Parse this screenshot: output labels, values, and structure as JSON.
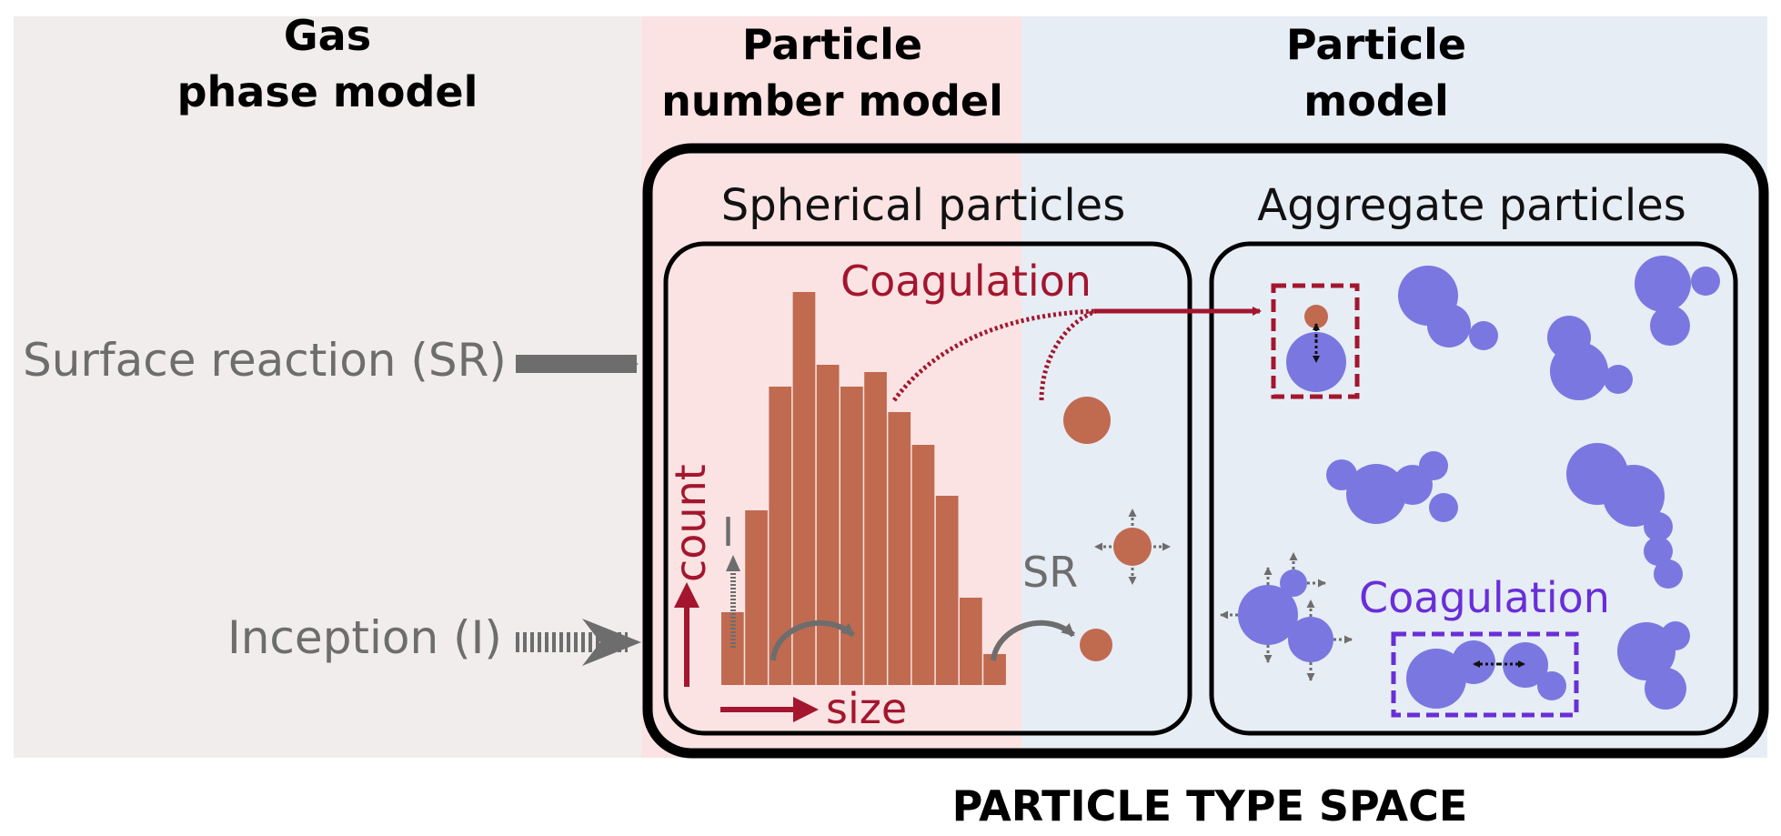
{
  "header": {
    "gas_model_line1": "Gas",
    "gas_model_line2": "phase model",
    "number_model_line1": "Particle",
    "number_model_line2": "number model",
    "particle_model_line1": "Particle",
    "particle_model_line2": "model"
  },
  "panels": {
    "spherical_title": "Spherical particles",
    "aggregate_title": "Aggregate particles"
  },
  "inputs": {
    "surface_reaction": "Surface reaction (SR)",
    "inception": "Inception (I)"
  },
  "histogram": {
    "coagulation_label": "Coagulation",
    "count_label": "count",
    "size_label": "size",
    "inception_marker": "I",
    "sr_marker": "SR",
    "bin_values": [
      2.0,
      4.8,
      8.2,
      10.8,
      8.8,
      8.2,
      8.6,
      7.5,
      6.6,
      5.2,
      2.4,
      0.85
    ]
  },
  "aggregate": {
    "coagulation_label": "Coagulation"
  },
  "footer": {
    "space_label": "PARTICLE TYPE SPACE"
  },
  "colors": {
    "gas_bg": "#f1eded",
    "number_bg": "#fbe3e3",
    "particle_bg": "#e6edf5",
    "histogram_bar": "#c06a50",
    "aggregate_blue": "#7b77e0",
    "crimson": "#a3162e",
    "purple": "#6a2ed8",
    "gray": "#6d6d6d"
  }
}
